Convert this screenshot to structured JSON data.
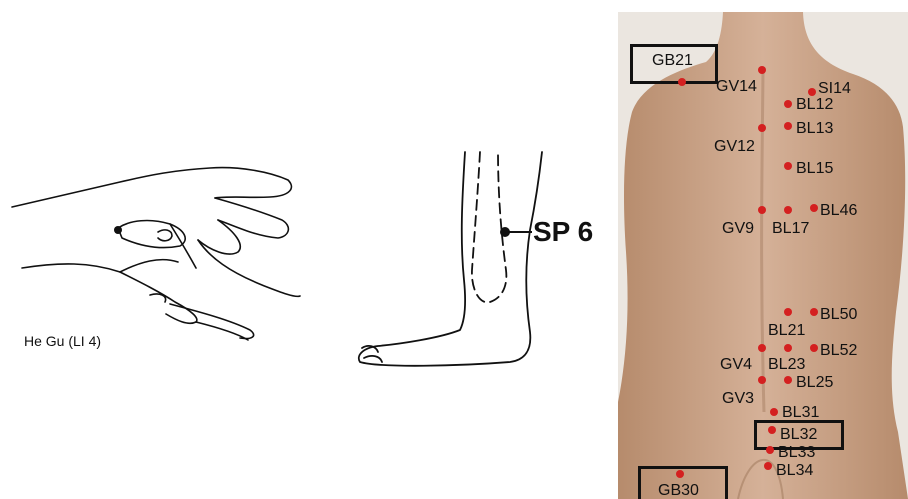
{
  "hand_panel": {
    "caption": "He Gu (LI 4)"
  },
  "leg_panel": {
    "point_label": "SP 6"
  },
  "back_panel": {
    "points": [
      {
        "label": "GB21",
        "boxed": true
      },
      {
        "label": "GV14"
      },
      {
        "label": "SI14"
      },
      {
        "label": "BL12"
      },
      {
        "label": "BL13"
      },
      {
        "label": "GV12"
      },
      {
        "label": "BL15"
      },
      {
        "label": "BL46"
      },
      {
        "label": "GV9"
      },
      {
        "label": "BL17"
      },
      {
        "label": "BL50"
      },
      {
        "label": "BL21"
      },
      {
        "label": "BL52"
      },
      {
        "label": "GV4"
      },
      {
        "label": "BL23"
      },
      {
        "label": "GV3"
      },
      {
        "label": "BL25"
      },
      {
        "label": "BL31"
      },
      {
        "label": "BL32",
        "boxed": true
      },
      {
        "label": "BL33"
      },
      {
        "label": "BL34"
      },
      {
        "label": "GB30",
        "boxed": true
      }
    ],
    "colors": {
      "point": "#d42020",
      "skin": "#c9a58a",
      "box": "#111111"
    }
  }
}
